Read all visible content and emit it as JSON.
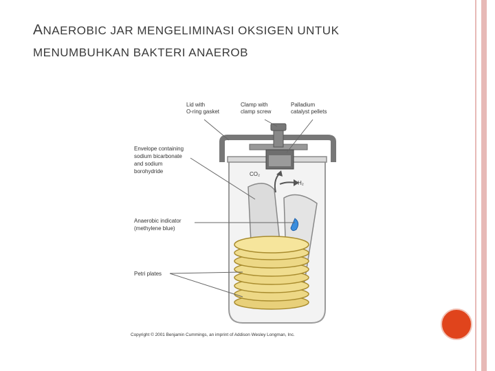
{
  "slide": {
    "title_first_letter": "A",
    "title_line1_rest": "NAEROBIC JAR MENGELIMINASI OKSIGEN UNTUK",
    "title_line2": "MENUMBUHKAN BAKTERI ANAEROB",
    "accent_color": "#e0441c",
    "rule_color": "#e7b9b6"
  },
  "diagram": {
    "labels": {
      "lid_1": "Lid with",
      "lid_2": "O-ring gasket",
      "clamp_1": "Clamp with",
      "clamp_2": "clamp screw",
      "palladium_1": "Palladium",
      "palladium_2": "catalyst pellets",
      "envelope_1": "Envelope containing",
      "envelope_2": "sodium bicarbonate",
      "envelope_3": "and sodium",
      "envelope_4": "borohydride",
      "co2": "CO₂",
      "h2": "H₂",
      "indicator_1": "Anaerobic indicator",
      "indicator_2": "(methylene blue)",
      "petri": "Petri plates"
    },
    "copyright": "Copyright © 2001 Benjamin Cummings, an imprint of Addison Wesley Longman, Inc."
  }
}
